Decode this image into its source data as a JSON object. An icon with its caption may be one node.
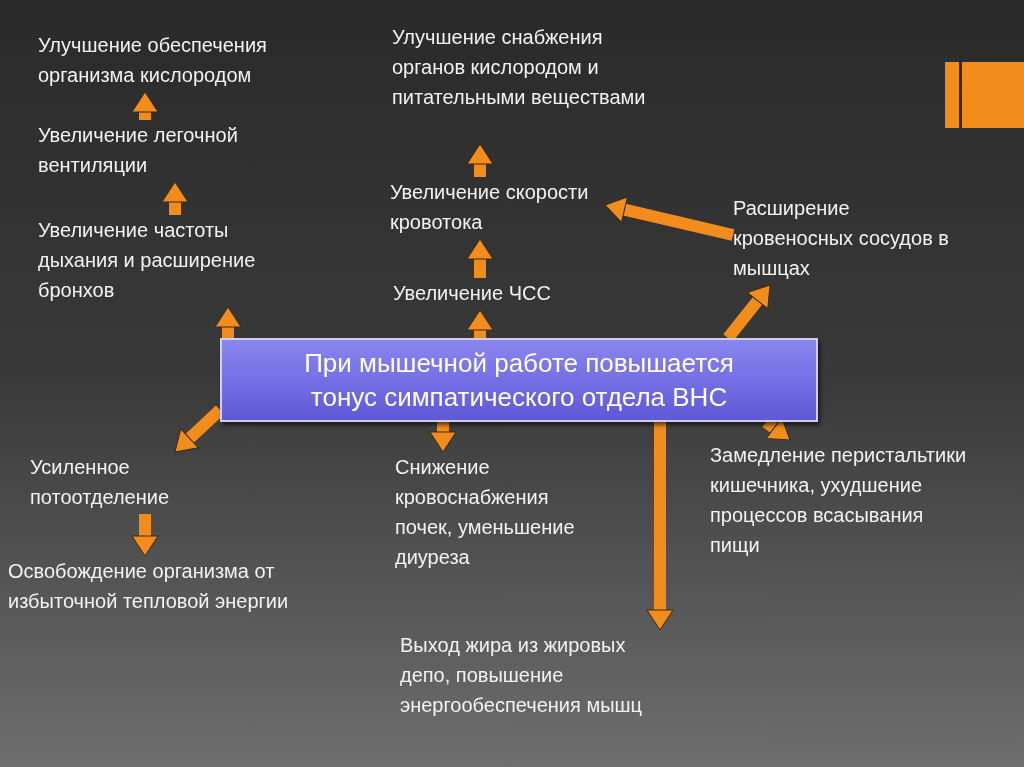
{
  "diagram": {
    "nodes": [
      {
        "text": [
          "При мышечной работе повышается тонус симпатического отдела ВНС"
        ]
      },
      {
        "text": [
          "Улучшение обеспечения организма кислородом"
        ]
      },
      {
        "text": [
          "Увеличение легочной вентиляции"
        ]
      },
      {
        "text": [
          "Увеличение частоты дыхания и расширение бронхов"
        ]
      },
      {
        "text": [
          "Улучшение снабжения органов кислородом и питательными веществами"
        ]
      },
      {
        "text": [
          "Увеличение скорости кровотока"
        ]
      },
      {
        "text": [
          "Расширение кровеносных сосудов в мышцах"
        ]
      },
      {
        "text": [
          "Увеличение ЧСС"
        ]
      },
      {
        "text": [
          "Усиленное потоотделение"
        ]
      },
      {
        "text": [
          "Освобождение организма от избыточной тепловой энергии"
        ]
      },
      {
        "text": [
          "Снижение кровоснабжения почек, уменьшение диуреза"
        ]
      },
      {
        "text": [
          "Выход жира из жировых депо, повышение энергообеспечения мышц"
        ]
      },
      {
        "text": [
          "Замедление перистальтики кишечника, ухудшение процессов всасывания пищи"
        ]
      }
    ],
    "edges": [
      {
        "from": 0,
        "to": 3,
        "arrow": "to"
      },
      {
        "from": 3,
        "to": 2,
        "arrow": "to"
      },
      {
        "from": 2,
        "to": 1,
        "arrow": "to"
      },
      {
        "from": 0,
        "to": 7,
        "arrow": "to"
      },
      {
        "from": 7,
        "to": 5,
        "arrow": "to"
      },
      {
        "from": 5,
        "to": 4,
        "arrow": "to"
      },
      {
        "from": 6,
        "to": 5,
        "arrow": "to"
      },
      {
        "from": 0,
        "to": 6,
        "arrow": "to"
      },
      {
        "from": 0,
        "to": 8,
        "arrow": "to"
      },
      {
        "from": 8,
        "to": 9,
        "arrow": "to"
      },
      {
        "from": 0,
        "to": 10,
        "arrow": "to"
      },
      {
        "from": 0,
        "to": 11,
        "arrow": "to"
      },
      {
        "from": 0,
        "to": 12,
        "arrow": "to"
      }
    ]
  }
}
